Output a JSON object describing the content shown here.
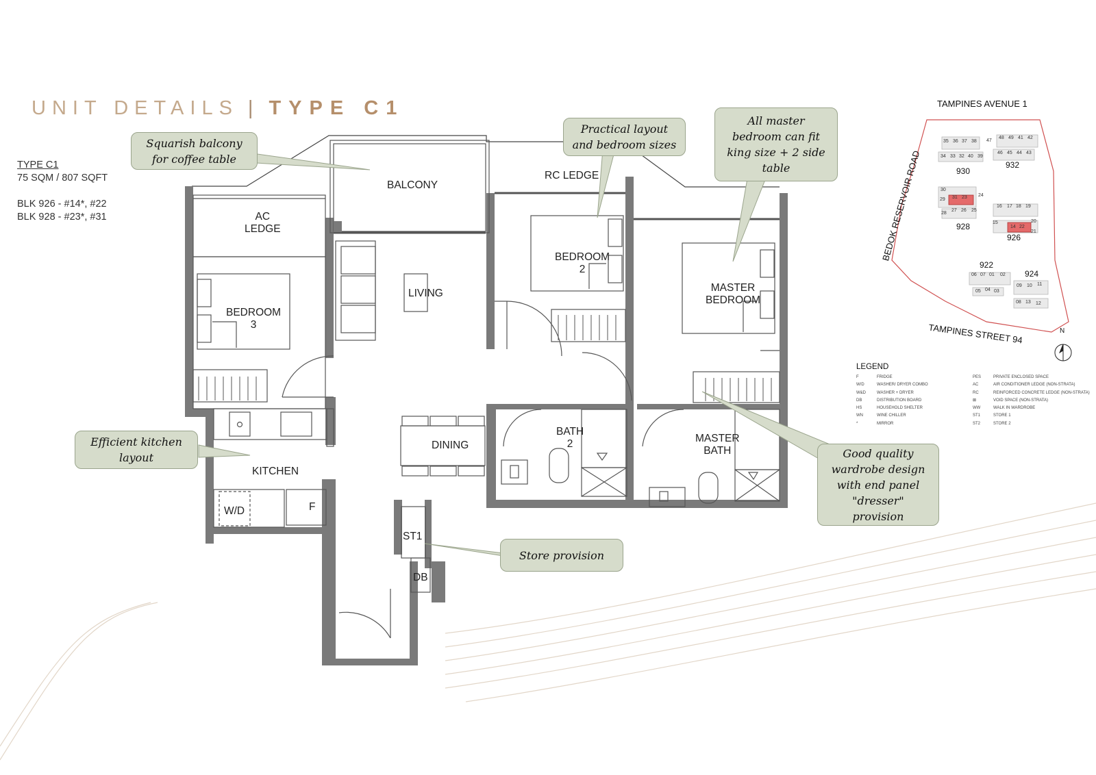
{
  "header": {
    "title": "UNIT DETAILS",
    "separator": "|",
    "type": "TYPE C1"
  },
  "unit_info": {
    "type_label": "TYPE C1",
    "area": "75 SQM / 807 SQFT",
    "blocks": [
      "BLK 926 - #14*, #22",
      "BLK 928 - #23*, #31"
    ]
  },
  "rooms": {
    "balcony": "BALCONY",
    "rc_ledge": "RC LEDGE",
    "ac_ledge": [
      "AC",
      "LEDGE"
    ],
    "bedroom3": [
      "BEDROOM",
      "3"
    ],
    "living": "LIVING",
    "bedroom2": [
      "BEDROOM",
      "2"
    ],
    "master_bedroom": [
      "MASTER",
      "BEDROOM"
    ],
    "kitchen": "KITCHEN",
    "wd": "W/D",
    "fridge": "F",
    "dining": "DINING",
    "bath2": [
      "BATH",
      "2"
    ],
    "master_bath": [
      "MASTER",
      "BATH"
    ],
    "st1": "ST1",
    "db": "DB"
  },
  "callouts": {
    "balcony": [
      "Squarish balcony",
      "for coffee table"
    ],
    "bedroom_sizes": [
      "Practical layout",
      "and bedroom sizes"
    ],
    "master": [
      "All master",
      "bedroom can fit",
      "king size + 2 side",
      "table"
    ],
    "kitchen": [
      "Efficient kitchen",
      "layout"
    ],
    "wardrobe": [
      "Good quality",
      "wardrobe design",
      "with end panel",
      "\"dresser\"",
      "provision"
    ],
    "store": [
      "Store provision"
    ]
  },
  "site_plan": {
    "roads": {
      "north": "TAMPINES AVENUE 1",
      "west": "BEDOK RESERVOIR ROAD",
      "south": "TAMPINES STREET 94"
    },
    "north_label": "N",
    "blocks": [
      "930",
      "932",
      "928",
      "926",
      "922",
      "924"
    ],
    "units": [
      "35",
      "36",
      "37",
      "38",
      "34",
      "33",
      "32",
      "40",
      "39",
      "47",
      "48",
      "49",
      "41",
      "42",
      "46",
      "45",
      "44",
      "43",
      "30",
      "29",
      "31",
      "23",
      "24",
      "28",
      "27",
      "26",
      "25",
      "16",
      "17",
      "18",
      "19",
      "15",
      "14",
      "22",
      "20",
      "21",
      "06",
      "07",
      "01",
      "02",
      "05",
      "04",
      "03",
      "09",
      "10",
      "11",
      "08",
      "13",
      "12"
    ]
  },
  "legend": {
    "title": "LEGEND",
    "left": [
      {
        "abbr": "F",
        "desc": "FRIDGE"
      },
      {
        "abbr": "W/D",
        "desc": "WASHER/ DRYER COMBO"
      },
      {
        "abbr": "W&D",
        "desc": "WASHER + DRYER"
      },
      {
        "abbr": "DB",
        "desc": "DISTRIBUTION BOARD"
      },
      {
        "abbr": "HS",
        "desc": "HOUSEHOLD SHELTER"
      },
      {
        "abbr": "WN",
        "desc": "WINE CHILLER"
      },
      {
        "abbr": "*",
        "desc": "MIRROR"
      }
    ],
    "right": [
      {
        "abbr": "PES",
        "desc": "PRIVATE ENCLOSED SPACE"
      },
      {
        "abbr": "AC",
        "desc": "AIR CONDITIONER LEDGE (NON-STRATA)"
      },
      {
        "abbr": "RC",
        "desc": "REINFORCED CONCRETE LEDGE (NON-STRATA)"
      },
      {
        "abbr": "⊠",
        "desc": "VOID SPACE (NON-STRATA)"
      },
      {
        "abbr": "WW",
        "desc": "WALK IN WARDROBE"
      },
      {
        "abbr": "ST1",
        "desc": "STORE 1"
      },
      {
        "abbr": "ST2",
        "desc": "STORE 2"
      }
    ]
  },
  "colors": {
    "wall": "#7a7a7a",
    "callout_bg": "#d6dccb",
    "highlight": "#e46a6a",
    "accent": "#c4a98c"
  }
}
